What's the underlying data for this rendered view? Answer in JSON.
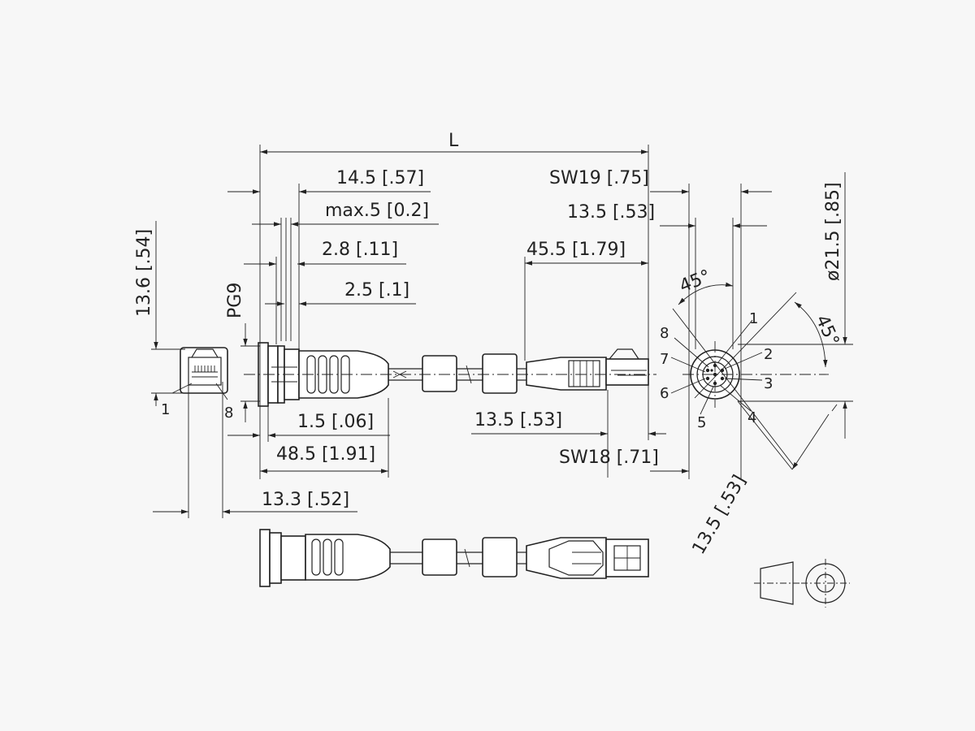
{
  "labels": {
    "L": "L",
    "d_14_5": "14.5 [.57]",
    "d_max5": "max.5 [0.2]",
    "d_2_8": "2.8 [.11]",
    "d_2_5": "2.5 [.1]",
    "d_pg9": "PG9",
    "d_13_6": "13.6 [.54]",
    "d_1_5": "1.5 [.06]",
    "d_48_5": "48.5 [1.91]",
    "d_13_3": "13.3 [.52]",
    "d_sw19": "SW19 [.75]",
    "d_13_5_top": "13.5 [.53]",
    "d_45_5": "45.5 [1.79]",
    "d_13_5_mid": "13.5 [.53]",
    "d_sw18": "SW18 [.71]",
    "d_dia21_5": "ø21.5 [.85]",
    "d_45a": "45°",
    "d_45b": "45°",
    "d_13_5_diag": "13.5 [.53]"
  },
  "pins_front": [
    "1",
    "8"
  ],
  "pins_round": [
    "1",
    "2",
    "3",
    "4",
    "5",
    "6",
    "7",
    "8"
  ],
  "colors": {
    "line": "#222222",
    "background": "#f7f7f7"
  }
}
